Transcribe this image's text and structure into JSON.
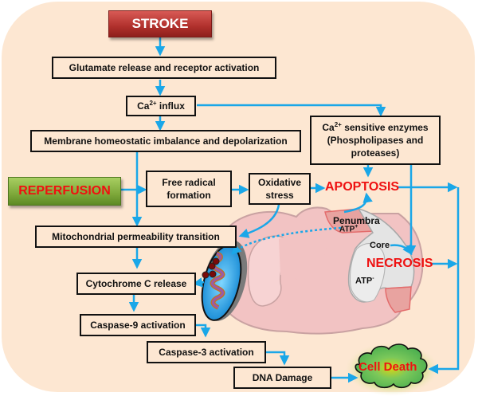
{
  "diagram": {
    "title": "Stroke and reperfusion cell death pathways",
    "triggers": {
      "stroke": "STROKE",
      "reperfusion": "REPERFUSION"
    },
    "boxes": {
      "glutamate": "Glutamate release and receptor activation",
      "ca_influx": {
        "prefix": "Ca",
        "sup": "2+",
        "suffix": " influx"
      },
      "membrane": "Membrane homeostatic imbalance and depolarization",
      "ca_enzymes": {
        "prefix": "Ca",
        "sup": "2+",
        "line1_suffix": " sensitive enzymes",
        "line2": "(Phospholipases and",
        "line3": "proteases)"
      },
      "free_radical": {
        "line1": "Free radical",
        "line2": "formation"
      },
      "oxidative": {
        "line1": "Oxidative",
        "line2": "stress"
      },
      "mito": "Mitochondrial permeability transition",
      "cytochrome": "Cytochrome C release",
      "caspase9": "Caspase-9 activation",
      "caspase3": "Caspase-3 activation",
      "dna": "DNA Damage"
    },
    "outcomes": {
      "apoptosis": "APOPTOSIS",
      "necrosis": "NECROSIS",
      "cell_death": "Cell Death"
    },
    "brain_labels": {
      "penumbra": "Penumbra",
      "atp_plus": {
        "base": "ATP",
        "sup": "+"
      },
      "core": "Core",
      "atp_minus": {
        "base": "ATP",
        "sup": "-"
      }
    },
    "colors": {
      "background": "#fde7d2",
      "arrow": "#1aa7e8",
      "outcome_text": "#ee1111",
      "stroke_fill": "#b0302c",
      "reperfusion_fill": "#7ea83a",
      "brain_tissue": "#f2c3c3",
      "core_tissue": "#e4e4e4",
      "cloud": "#5cbf57"
    }
  }
}
